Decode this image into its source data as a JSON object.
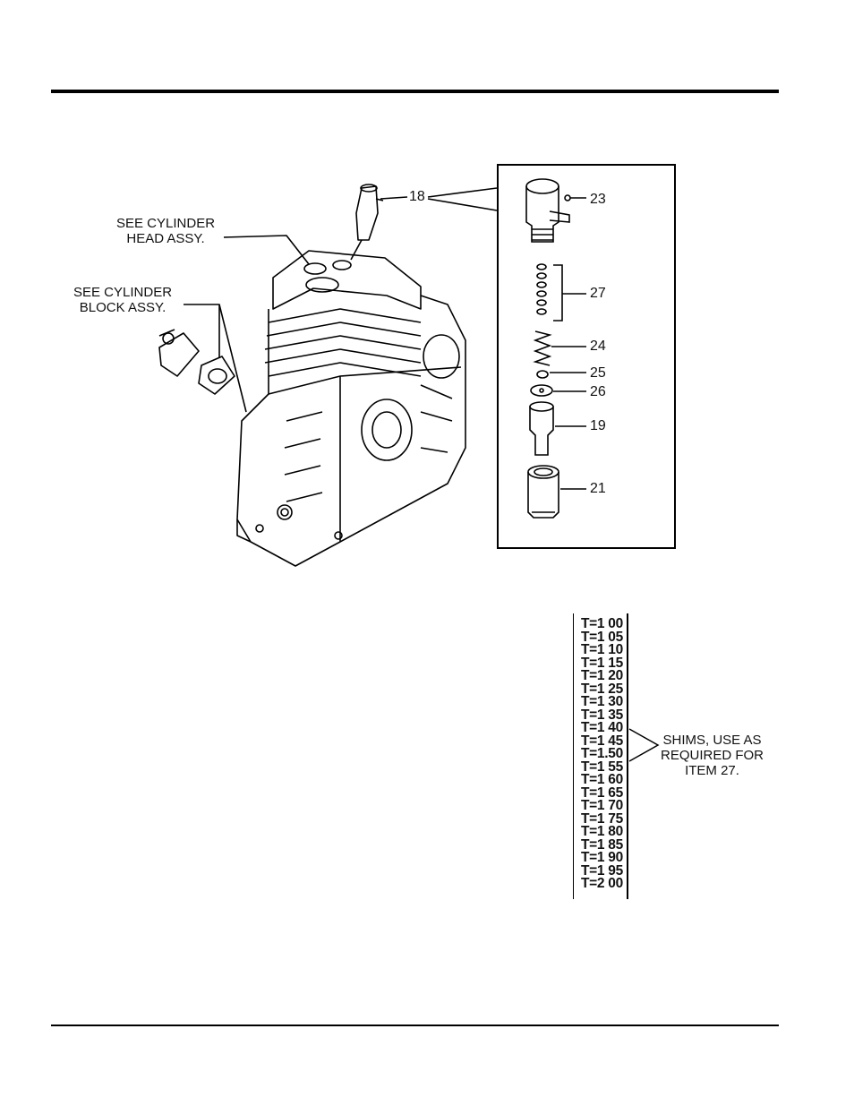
{
  "labels": {
    "cyl_head": [
      "SEE CYLINDER",
      "HEAD ASSY."
    ],
    "cyl_block": [
      "SEE CYLINDER",
      "BLOCK ASSY."
    ],
    "shims_note": [
      "SHIMS, USE AS",
      "REQUIRED FOR",
      "ITEM 27."
    ]
  },
  "callouts": {
    "n18": "18",
    "n23": "23",
    "n27": "27",
    "n24": "24",
    "n25": "25",
    "n26": "26",
    "n19": "19",
    "n21": "21"
  },
  "shims": [
    "T=1 00",
    "T=1 05",
    "T=1 10",
    "T=1 15",
    "T=1 20",
    "T=1 25",
    "T=1 30",
    "T=1 35",
    "T=1 40",
    "T=1 45",
    "T=1.50",
    "T=1 55",
    "T=1 60",
    "T=1 65",
    "T=1 70",
    "T=1 75",
    "T=1 80",
    "T=1 85",
    "T=1 90",
    "T=1 95",
    "T=2 00"
  ]
}
